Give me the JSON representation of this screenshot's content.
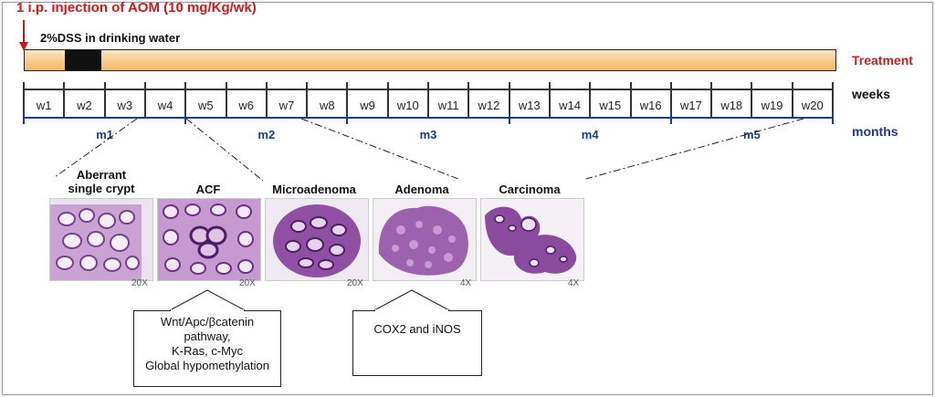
{
  "header": {
    "injection": "1 i.p. injection of AOM (10 mg/Kg/wk)",
    "dss": "2%DSS in drinking water"
  },
  "row_labels": {
    "treatment": "Treatment",
    "weeks": "weeks",
    "months": "months"
  },
  "weeks": [
    "w1",
    "w2",
    "w3",
    "w4",
    "w5",
    "w6",
    "w7",
    "w8",
    "w9",
    "w10",
    "w11",
    "w12",
    "w13",
    "w14",
    "w15",
    "w16",
    "w17",
    "w18",
    "w19",
    "w20"
  ],
  "months": [
    "m1",
    "m2",
    "m3",
    "m4",
    "m5"
  ],
  "stages": [
    {
      "name": "Aberrant\nsingle crypt",
      "magnification": "20X"
    },
    {
      "name": "ACF",
      "magnification": "20X"
    },
    {
      "name": "Microadenoma",
      "magnification": "20X"
    },
    {
      "name": "Adenoma",
      "magnification": "4X"
    },
    {
      "name": "Carcinoma",
      "magnification": "4X"
    }
  ],
  "callouts": {
    "acf": "Wnt/Apc/βcatenin\npathway,\nK-Ras, c-Myc\nGlobal hypomethylation",
    "adenoma": "COX2 and iNOS"
  },
  "colors": {
    "arrow_red": "#d01818",
    "treatment_bar": "#f6b86a",
    "months_blue": "#1e3a8a",
    "tissue_purple": "#7a3f8f"
  }
}
